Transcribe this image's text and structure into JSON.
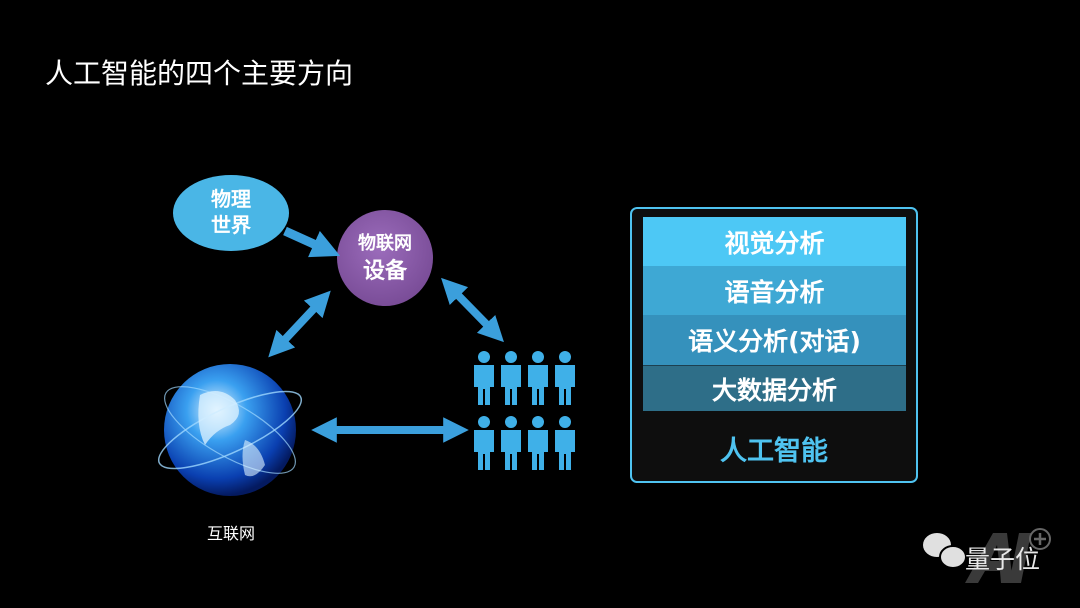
{
  "title": "人工智能的四个主要方向",
  "diagram": {
    "physical_world": "物理\n世界",
    "physical_world_lines": [
      "物理",
      "世界"
    ],
    "iot_device_lines": [
      "物联网",
      "设备"
    ],
    "internet_label": "互联网"
  },
  "stack": {
    "layers": [
      "视觉分析",
      "语音分析",
      "语义分析(对话)",
      "大数据分析"
    ],
    "base": "人工智能"
  },
  "watermark": {
    "brand": "量子位",
    "logo_text": "AI"
  },
  "colors": {
    "accent": "#4fc3f0",
    "purple": "#8a5aa8"
  }
}
